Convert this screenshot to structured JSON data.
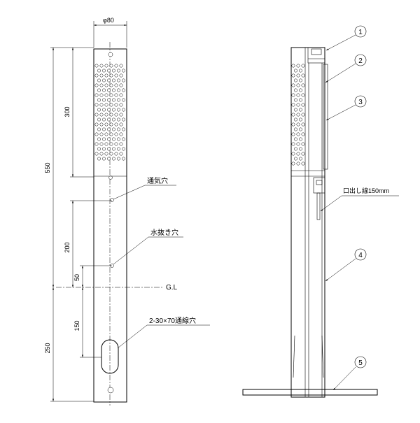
{
  "front_view": {
    "diameter": "φ80",
    "dim_perforated": "300",
    "dim_above_gl": "550",
    "dim_vent_to_drain": "200",
    "dim_drain_to_gl": "50",
    "dim_gl_to_cable": "150",
    "dim_embedment": "250",
    "label_vent_hole": "通気穴",
    "label_drain_hole": "水抜き穴",
    "label_ground_line": "G.L",
    "label_cable_hole": "2-30×70通線穴"
  },
  "side_view": {
    "callouts": [
      "1",
      "2",
      "3",
      "4",
      "5"
    ],
    "label_cable_outlet": "口出し線150mm"
  }
}
